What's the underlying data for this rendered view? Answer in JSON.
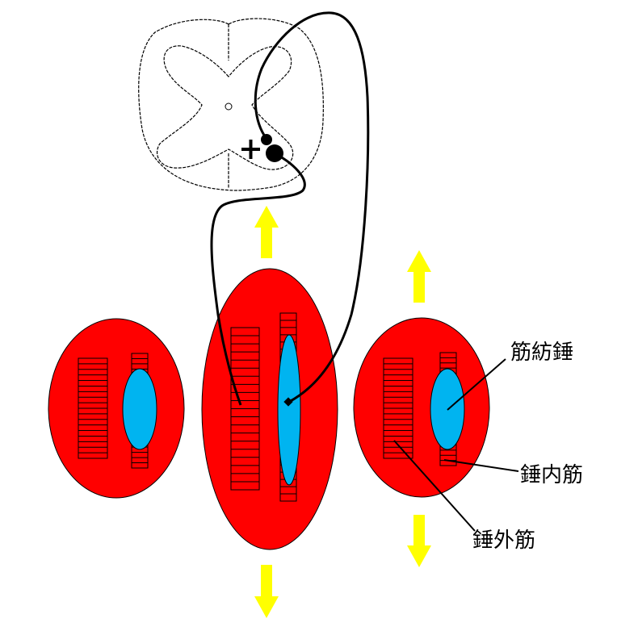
{
  "labels": {
    "muscle_spindle": "筋紡錘",
    "intrafusal_fiber": "錘内筋",
    "extrafusal_fiber": "錘外筋",
    "excitatory_sign": "+"
  },
  "colors": {
    "muscle": "#ff0000",
    "spindle": "#00b4f0",
    "arrow": "#ffff00",
    "line": "#000000",
    "background": "#ffffff"
  }
}
